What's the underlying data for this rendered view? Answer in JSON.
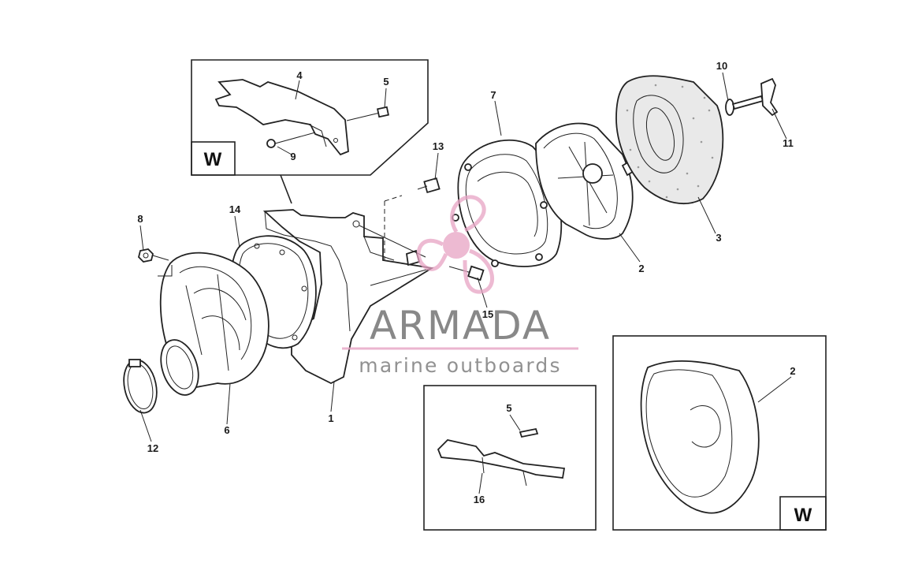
{
  "callouts": {
    "c1": "1",
    "c2a": "2",
    "c2b": "2",
    "c3": "3",
    "c4": "4",
    "c5a": "5",
    "c5b": "5",
    "c6": "6",
    "c7": "7",
    "c8": "8",
    "c9": "9",
    "c10": "10",
    "c11": "11",
    "c12": "12",
    "c13": "13",
    "c14": "14",
    "c15": "15",
    "c16": "16"
  },
  "variant_labels": {
    "top_inset": "W",
    "bottom_right_inset": "W"
  },
  "watermark": {
    "brand": "ARMADA",
    "tagline": "marine outboards",
    "accent_color": "#e7a3c4",
    "brand_color": "#6f6f6f"
  },
  "colors": {
    "line": "#222222",
    "background": "#ffffff"
  }
}
